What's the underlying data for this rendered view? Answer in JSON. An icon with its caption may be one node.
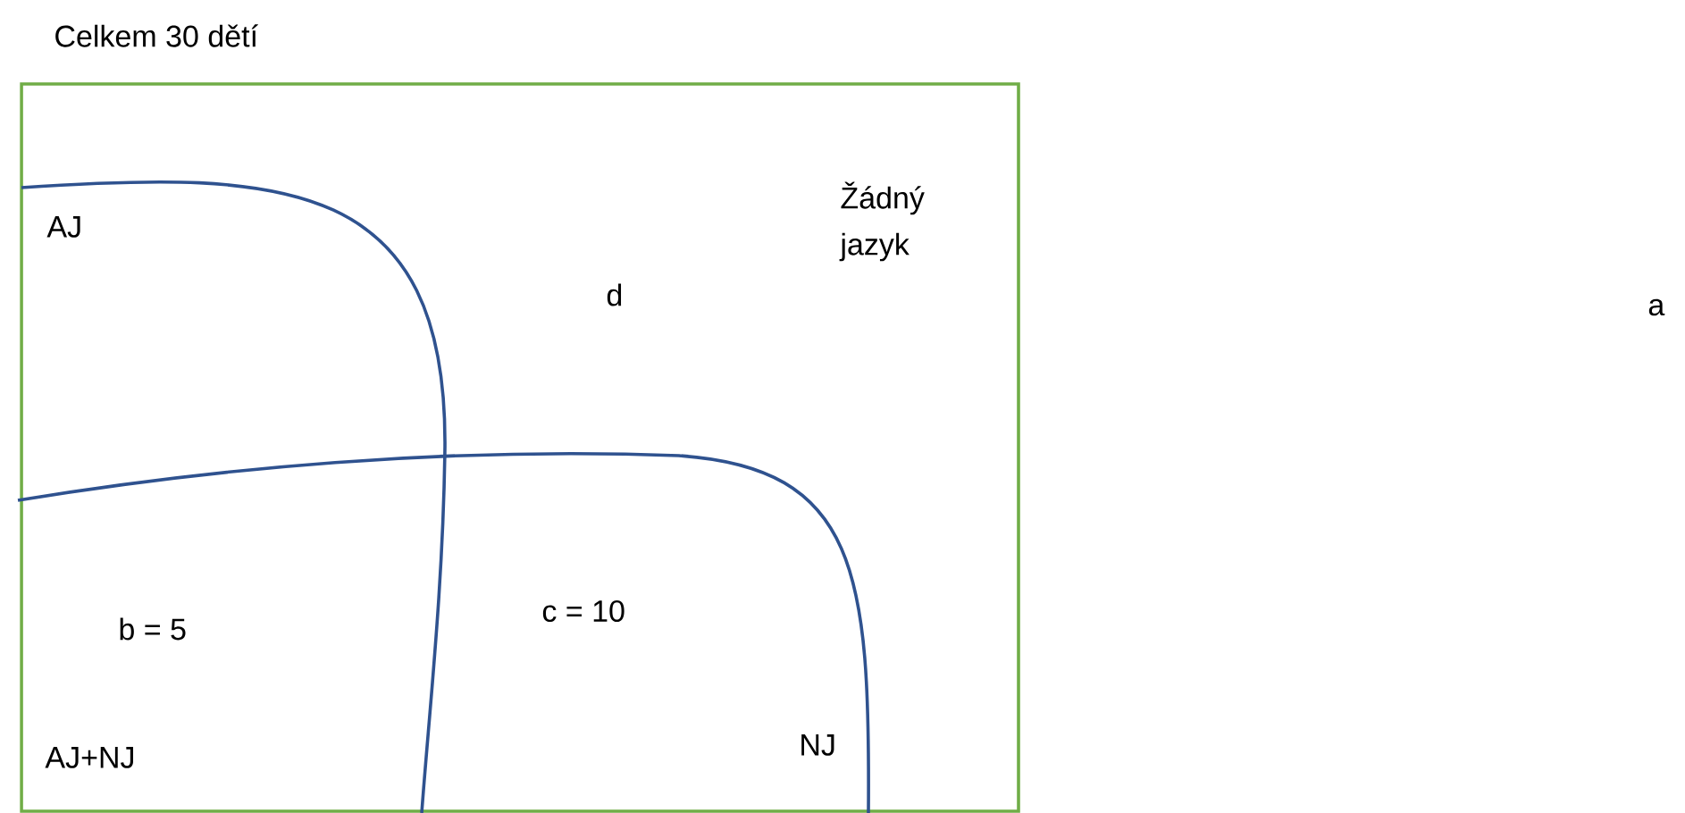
{
  "diagram": {
    "title": "Celkem 30 dětí",
    "labels": [
      "AJ",
      "Žádný jazyk",
      "d",
      "a",
      "b = 5",
      "c = 10",
      "AJ+NJ",
      "NJ"
    ]
  }
}
